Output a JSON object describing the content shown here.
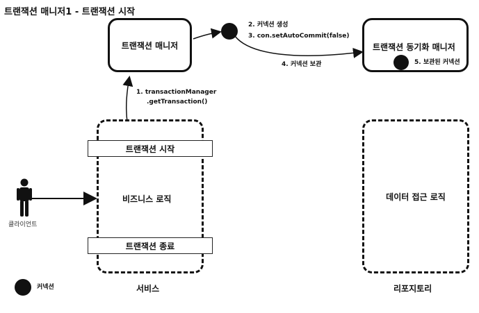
{
  "title": "트랜잭션 매니저1 - 트랜잭션 시작",
  "boxes": {
    "tx_manager": "트랜잭션 매니저",
    "sync_manager": "트랜잭션 동기화 매니저",
    "service_biz": "비즈니스 로직",
    "service_start": "트랜잭션 시작",
    "service_end": "트랜잭션 종료",
    "repo_logic": "데이터 접근 로직"
  },
  "captions": {
    "service": "서비스",
    "repository": "리포지토리",
    "client": "클라이언트"
  },
  "steps": {
    "step1_line1": "1. transactionManager",
    "step1_line2": ".getTransaction()",
    "step2": "2. 커넥션 생성",
    "step3": "3. con.setAutoCommit(false)",
    "step4": "4. 커넥션 보관",
    "step5": "5. 보관된 커넥션"
  },
  "legend": {
    "connection": "커넥션"
  }
}
